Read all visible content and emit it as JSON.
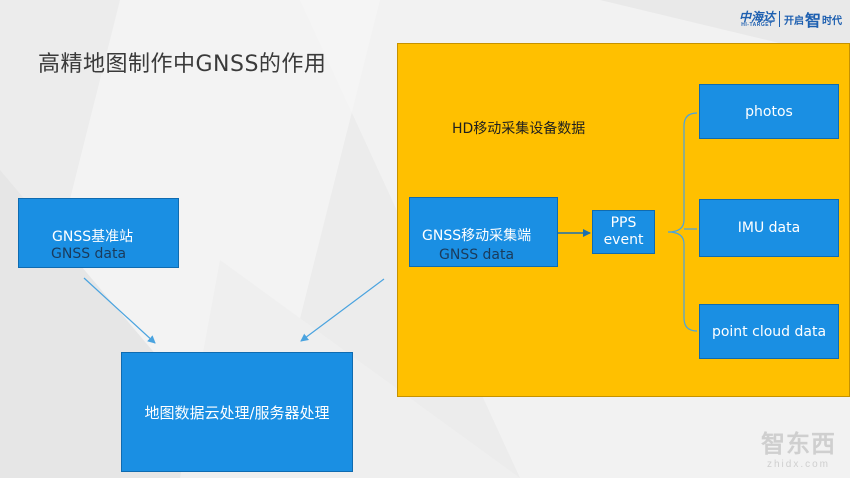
{
  "title": "高精地图制作中GNSS的作用",
  "logo": {
    "brand_cn": "中海达",
    "brand_en": "HI-TARGET",
    "slogan_pre": "开启",
    "slogan_big": "智",
    "slogan_post": "时代"
  },
  "panel": {
    "label": "HD移动采集设备数据"
  },
  "nodes": {
    "base_station": {
      "title": "GNSS基准站",
      "subtitle": "GNSS data"
    },
    "mobile": {
      "title": "GNSS移动采集端",
      "subtitle": "GNSS data"
    },
    "pps": {
      "line1": "PPS",
      "line2": "event"
    },
    "photos": {
      "label": "photos"
    },
    "imu": {
      "label": "IMU data"
    },
    "pointcloud": {
      "label": "point cloud data"
    },
    "cloud": {
      "label": "地图数据云处理/服务器处理"
    }
  },
  "watermark": {
    "cn": "智东西",
    "en": "zhidx.com"
  },
  "colors": {
    "box": "#1a8fe3",
    "panel": "#ffc000",
    "arrow": "#4aa3df"
  }
}
